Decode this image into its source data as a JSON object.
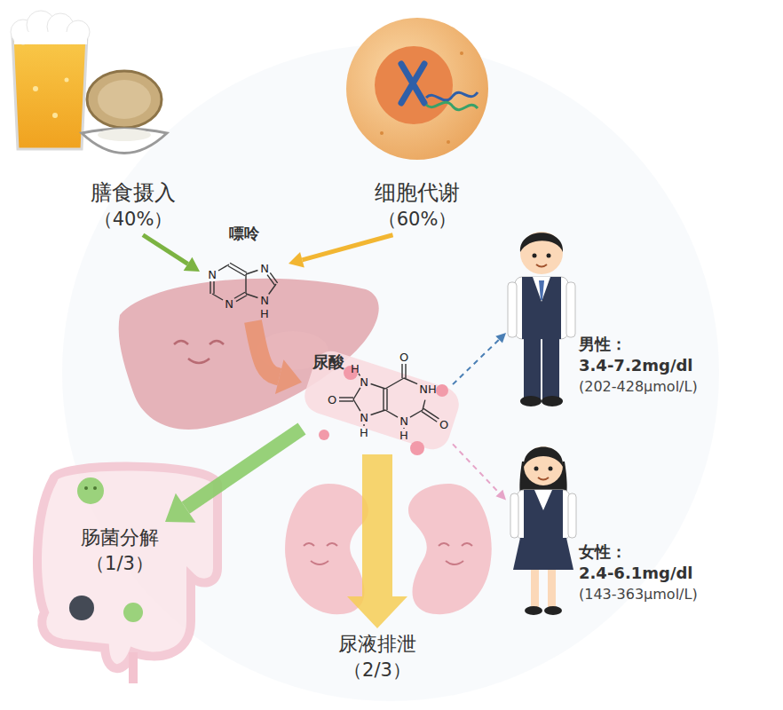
{
  "diagram": {
    "nodes": [
      {
        "text": [
          "膳食摄入",
          "（40%）"
        ]
      },
      {
        "text": [
          "细胞代谢",
          "（60%）"
        ]
      },
      {
        "text": [
          "嘌呤"
        ]
      },
      {
        "text": [
          "尿酸"
        ]
      },
      {
        "text": [
          "肠菌分解",
          "（1/3）"
        ]
      },
      {
        "text": [
          "尿液排泄",
          "（2/3）"
        ]
      },
      {
        "text": [
          "男性：",
          "3.4-7.2mg/dl",
          "(202-428μmol/L)"
        ]
      },
      {
        "text": [
          "女性：",
          "2.4-6.1mg/dl",
          "(143-363μmol/L)"
        ]
      }
    ],
    "edges": [
      {
        "from": 0,
        "to": 2,
        "arrow": "to"
      },
      {
        "from": 1,
        "to": 2,
        "arrow": "to"
      },
      {
        "from": 2,
        "to": 3,
        "arrow": "to"
      },
      {
        "from": 3,
        "to": 4,
        "arrow": "to"
      },
      {
        "from": 3,
        "to": 5,
        "arrow": "to"
      },
      {
        "from": 3,
        "to": 6,
        "arrow": "to"
      },
      {
        "from": 3,
        "to": 7,
        "arrow": "to"
      }
    ],
    "labels": [
      "N",
      "N",
      "N",
      "N",
      "H",
      "O",
      "H",
      "N",
      "NH",
      "O",
      "N",
      "H",
      "N",
      "H",
      "O"
    ]
  }
}
